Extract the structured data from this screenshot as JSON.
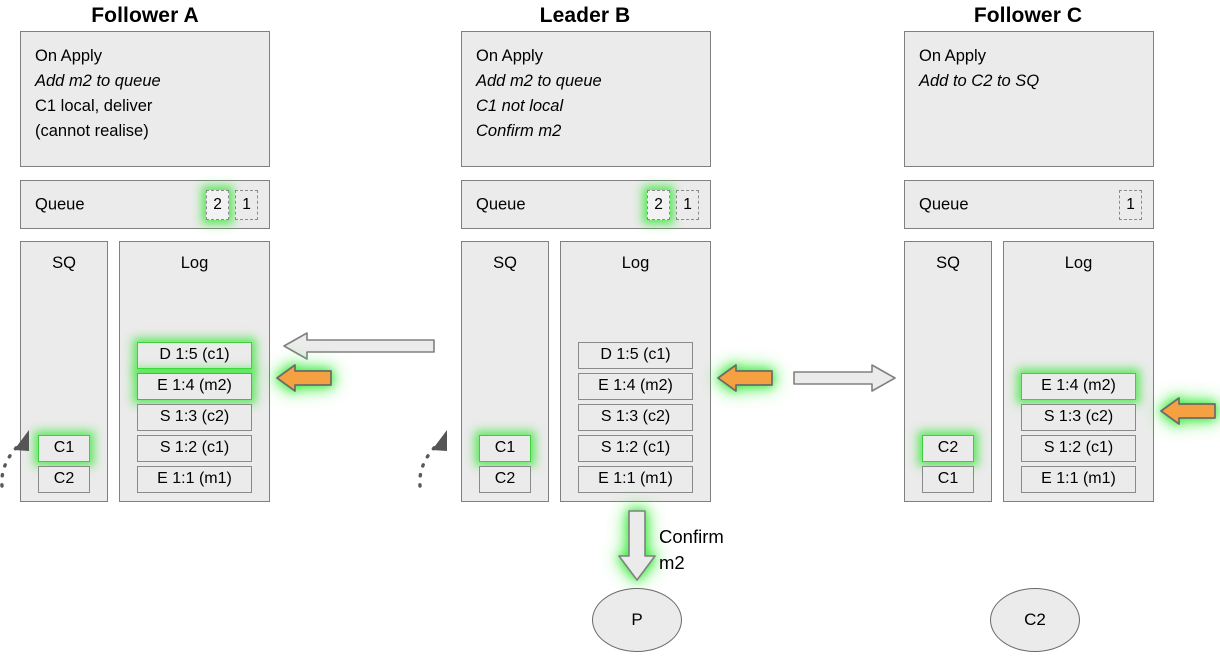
{
  "diagram": {
    "title_hidden": "Raft replicated queue state diagram",
    "colors": {
      "panel_fill": "#ebebeb",
      "panel_border": "#808080",
      "cell_border": "#8a8a8a",
      "highlight_green": "#3ad13a",
      "glow_green": "#3ce63c",
      "orange_arrow": "#f5a142",
      "arrow_border": "#6b6b6b",
      "grey_arrow_fill": "#ebebeb"
    },
    "columns": [
      {
        "id": "follower-a",
        "title": "Follower A",
        "on_apply": {
          "heading": "On Apply",
          "lines": [
            {
              "text": "Add m2 to queue",
              "italic": true
            },
            {
              "text": "C1 local, deliver",
              "italic": false
            },
            {
              "text": "(cannot realise)",
              "italic": false
            }
          ]
        },
        "queue": {
          "label": "Queue",
          "items": [
            {
              "value": "2",
              "highlight": true
            },
            {
              "value": "1",
              "highlight": false
            }
          ]
        },
        "sq": {
          "title": "SQ",
          "entries": [
            {
              "value": "C1",
              "green_border": true,
              "glow": true
            },
            {
              "value": "C2",
              "green_border": false,
              "glow": false
            }
          ]
        },
        "log": {
          "title": "Log",
          "entries": [
            {
              "value": "D 1:5 (c1)",
              "green_border": true,
              "glow": true
            },
            {
              "value": "E 1:4 (m2)",
              "green_border": false,
              "glow": true
            },
            {
              "value": "S 1:3 (c2)",
              "green_border": false,
              "glow": false
            },
            {
              "value": "S 1:2 (c1)",
              "green_border": false,
              "glow": false
            },
            {
              "value": "E 1:1 (m1)",
              "green_border": false,
              "glow": false
            }
          ]
        }
      },
      {
        "id": "leader-b",
        "title": "Leader B",
        "on_apply": {
          "heading": "On Apply",
          "lines": [
            {
              "text": "Add m2 to queue",
              "italic": true
            },
            {
              "text": "C1 not local",
              "italic": true
            },
            {
              "text": "Confirm m2",
              "italic": true
            }
          ]
        },
        "queue": {
          "label": "Queue",
          "items": [
            {
              "value": "2",
              "highlight": true
            },
            {
              "value": "1",
              "highlight": false
            }
          ]
        },
        "sq": {
          "title": "SQ",
          "entries": [
            {
              "value": "C1",
              "green_border": true,
              "glow": true
            },
            {
              "value": "C2",
              "green_border": false,
              "glow": false
            }
          ]
        },
        "log": {
          "title": "Log",
          "entries": [
            {
              "value": "D 1:5 (c1)",
              "green_border": false,
              "glow": false
            },
            {
              "value": "E 1:4 (m2)",
              "green_border": false,
              "glow": false
            },
            {
              "value": "S 1:3 (c2)",
              "green_border": false,
              "glow": false
            },
            {
              "value": "S 1:2 (c1)",
              "green_border": false,
              "glow": false
            },
            {
              "value": "E 1:1 (m1)",
              "green_border": false,
              "glow": false
            }
          ]
        }
      },
      {
        "id": "follower-c",
        "title": "Follower C",
        "on_apply": {
          "heading": "On Apply",
          "lines": [
            {
              "text": "Add to C2 to SQ",
              "italic": true
            }
          ]
        },
        "queue": {
          "label": "Queue",
          "items": [
            {
              "value": "1",
              "highlight": false
            }
          ]
        },
        "sq": {
          "title": "SQ",
          "entries": [
            {
              "value": "C2",
              "green_border": true,
              "glow": true
            },
            {
              "value": "C1",
              "green_border": false,
              "glow": false
            }
          ]
        },
        "log": {
          "title": "Log",
          "entries": [
            {
              "value": "E 1:4 (m2)",
              "green_border": true,
              "glow": true
            },
            {
              "value": "S 1:3 (c2)",
              "green_border": false,
              "glow": false
            },
            {
              "value": "S 1:2 (c1)",
              "green_border": false,
              "glow": false
            },
            {
              "value": "E 1:1 (m1)",
              "green_border": false,
              "glow": false
            }
          ]
        }
      }
    ],
    "annotations": {
      "confirm_line1": "Confirm",
      "confirm_line2": "m2"
    },
    "nodes": [
      {
        "id": "p-node",
        "label": "P"
      },
      {
        "id": "c2-node",
        "label": "C2"
      }
    ]
  }
}
